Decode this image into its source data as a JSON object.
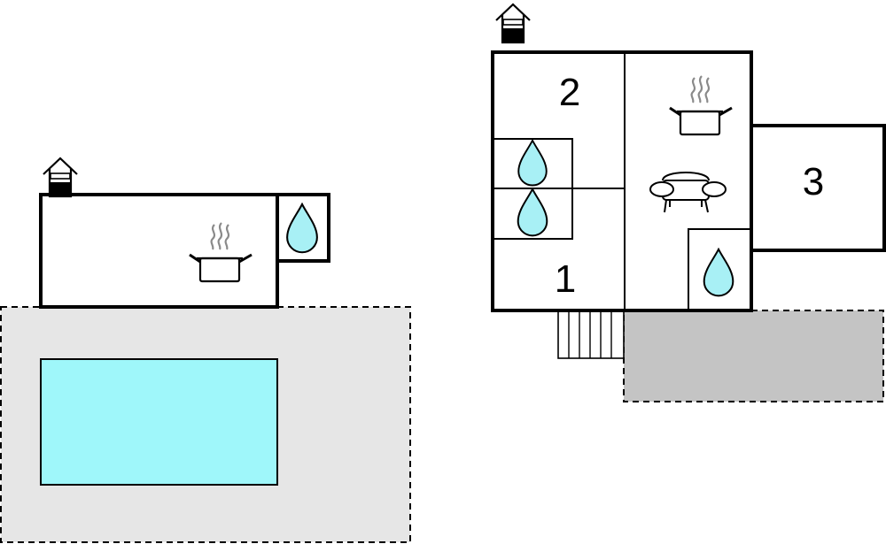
{
  "rooms": {
    "room_1": "1",
    "room_2": "2",
    "room_3": "3"
  },
  "icons": {
    "entrance": "house-entrance-icon",
    "water": "water-drop-icon",
    "kitchen": "cooking-pot-icon",
    "living": "sofa-icon",
    "stairs": "stairs-icon"
  },
  "colors": {
    "walls": "#000000",
    "pool_water": "#9ff7fa",
    "water_drop": "#a8f0f5",
    "terrace_light": "#e6e6e6",
    "terrace_dark": "#c4c4c4",
    "steam": "#8a8a8a"
  }
}
